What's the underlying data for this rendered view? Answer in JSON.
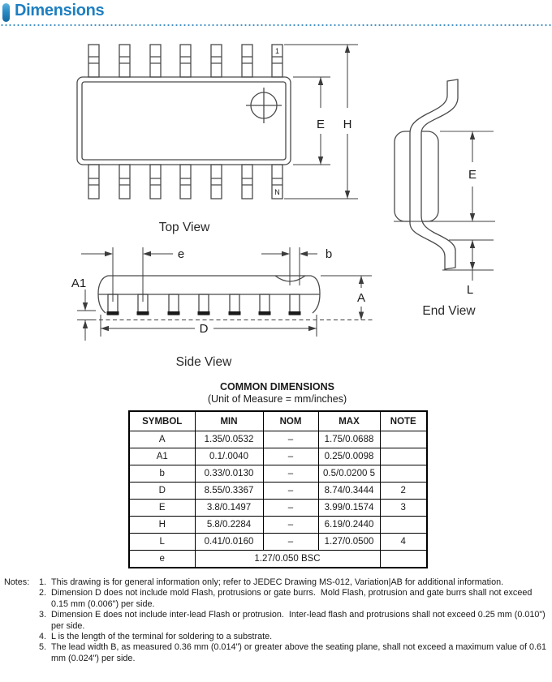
{
  "header": {
    "title": "Dimensions",
    "accent_color": "#1d7fc1"
  },
  "drawings": {
    "top_view": {
      "caption": "Top View",
      "pin1": "1",
      "pinN": "N",
      "dim_E": "E",
      "dim_H": "H"
    },
    "end_view": {
      "caption": "End View",
      "dim_E": "E",
      "dim_L": "L"
    },
    "side_view": {
      "caption": "Side View",
      "dim_e": "e",
      "dim_b": "b",
      "dim_A1": "A1",
      "dim_A": "A",
      "dim_D": "D"
    }
  },
  "table": {
    "title": "COMMON DIMENSIONS",
    "subtitle": "(Unit of Measure = mm/inches)",
    "columns": [
      "SYMBOL",
      "MIN",
      "NOM",
      "MAX",
      "NOTE"
    ],
    "rows": [
      {
        "symbol": "A",
        "min": "1.35/0.0532",
        "nom": "–",
        "max": "1.75/0.0688",
        "note": ""
      },
      {
        "symbol": "A1",
        "min": "0.1/.0040",
        "nom": "–",
        "max": "0.25/0.0098",
        "note": ""
      },
      {
        "symbol": "b",
        "min": "0.33/0.0130",
        "nom": "–",
        "max": "0.5/0.0200 5",
        "note": ""
      },
      {
        "symbol": "D",
        "min": "8.55/0.3367",
        "nom": "–",
        "max": "8.74/0.3444",
        "note": "2"
      },
      {
        "symbol": "E",
        "min": "3.8/0.1497",
        "nom": "–",
        "max": "3.99/0.1574",
        "note": "3"
      },
      {
        "symbol": "H",
        "min": "5.8/0.2284",
        "nom": "–",
        "max": "6.19/0.2440",
        "note": ""
      },
      {
        "symbol": "L",
        "min": "0.41/0.0160",
        "nom": "–",
        "max": "1.27/0.0500",
        "note": "4"
      }
    ],
    "span_row": {
      "symbol": "e",
      "value": "1.27/0.050 BSC",
      "note": ""
    }
  },
  "notes": {
    "label": "Notes:",
    "items": [
      {
        "num": "1.",
        "text": "This drawing is for general information only; refer to JEDEC Drawing MS-012, Variation|AB for additional information."
      },
      {
        "num": "2.",
        "text": "Dimension D does not include mold Flash, protrusions or gate burrs.  Mold Flash, protrusion and gate burrs shall not exceed 0.15 mm (0.006\") per side."
      },
      {
        "num": "3.",
        "text": "Dimension E does not include inter-lead Flash or protrusion.  Inter-lead flash and protrusions shall not exceed 0.25 mm (0.010\") per side."
      },
      {
        "num": "4.",
        "text": "L is the length of the terminal for soldering to a substrate."
      },
      {
        "num": "5.",
        "text": "The lead width B, as measured 0.36 mm (0.014\") or greater above the seating plane, shall not exceed a maximum value of 0.61 mm (0.024\") per side."
      }
    ]
  }
}
